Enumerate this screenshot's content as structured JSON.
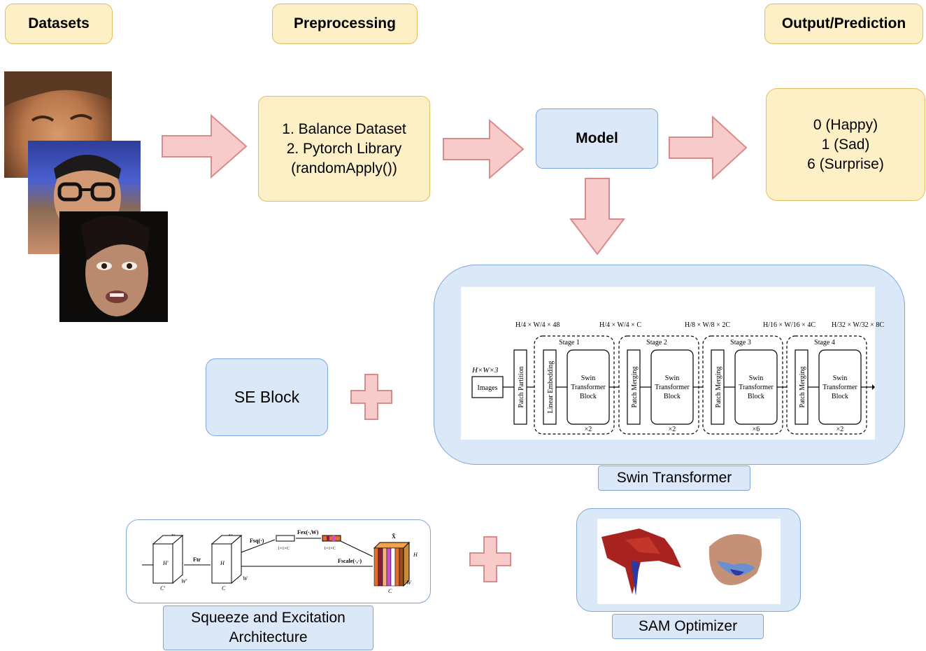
{
  "headers": {
    "datasets": "Datasets",
    "preprocessing": "Preprocessing",
    "output": "Output/Prediction"
  },
  "preprocessing_box": {
    "line1": "1. Balance Dataset",
    "line2": "2. Pytorch Library",
    "line3": "(randomApply())"
  },
  "model_box": "Model",
  "output_box": {
    "line1": "0 (Happy)",
    "line2": "1 (Sad)",
    "line3": "6 (Surprise)"
  },
  "se_block": "SE Block",
  "swin_caption": "Swin Transformer",
  "se_caption": "Squeeze and Excitation\nArchitecture",
  "sam_caption": "SAM Optimizer",
  "swin_diagram": {
    "input_label": "H×W×3",
    "images": "Images",
    "patch_partition": "Patch Partition",
    "linear_embedding": "Linear Embedding",
    "patch_merging": "Patch Merging",
    "block_line1": "Swin",
    "block_line2": "Transformer",
    "block_line3": "Block",
    "stages": [
      "Stage 1",
      "Stage 2",
      "Stage 3",
      "Stage 4"
    ],
    "repeats": [
      "×2",
      "×2",
      "×6",
      "×2"
    ],
    "dims": [
      "H/4 × W/4 × 48",
      "H/4 × W/4 × C",
      "H/8 × W/8 × 2C",
      "H/16 × W/16 × 4C",
      "H/32 × W/32 × 8C"
    ]
  },
  "se_diagram": {
    "x": "X",
    "u": "U",
    "x_tilde": "X̃",
    "f_tr": "Ftr",
    "f_sq": "Fsq(·)",
    "f_ex": "Fex(·,W)",
    "f_scale": "Fscale(·,·)",
    "h_prime": "H'",
    "w_prime": "W'",
    "c_prime": "C'",
    "h": "H",
    "w": "W",
    "c": "C",
    "dim": "1×1×C"
  },
  "colors": {
    "yellow_fill": "#fdf0c6",
    "yellow_border": "#e3bf63",
    "blue_fill": "#dbe8f8",
    "blue_border": "#7ea6d8",
    "arrow_fill": "#f8cbcb",
    "arrow_border": "#d98a8a"
  }
}
